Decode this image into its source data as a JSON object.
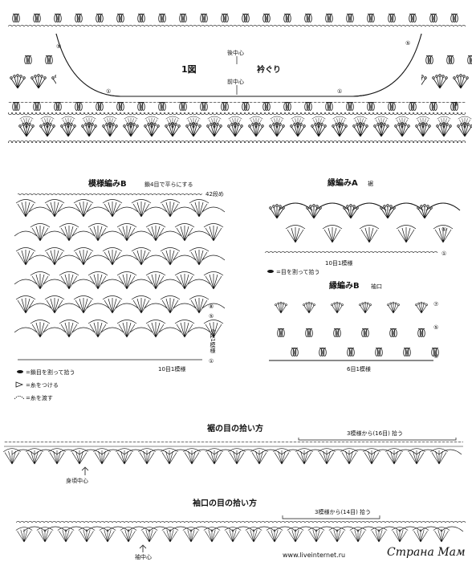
{
  "colors": {
    "ink": "#151515",
    "paper": "#ffffff",
    "accent": "#c0392b"
  },
  "collar": {
    "figure": "1図",
    "title": "衿ぐり",
    "back_center": "後中心",
    "front_center": "前中心",
    "row_marks": [
      "⑤",
      "①",
      "①",
      "⑤",
      "⑨"
    ]
  },
  "pattern_b": {
    "title": "模様編みB",
    "note": "鎖4目で平らにする",
    "row42": "42段め",
    "rows_side": [
      "⑧",
      "⑤",
      "①"
    ],
    "six_rows": "6段1模様",
    "repeat": "10目1模様",
    "legend": [
      {
        "label": "=鎖目を割って拾う"
      },
      {
        "label": "=糸をつける"
      },
      {
        "label": "=糸を渡す"
      }
    ]
  },
  "edge_a": {
    "title": "縁編みA",
    "sub": "裾",
    "rows": [
      "⑤",
      "①"
    ],
    "repeat": "10目1模様",
    "legend": "=目を割って拾う"
  },
  "edge_b": {
    "title": "縁編みB",
    "sub": "袖口",
    "rows": [
      "⑦",
      "⑤",
      "①"
    ],
    "repeat": "6目1模様"
  },
  "hem_pick": {
    "title": "裾の目の拾い方",
    "note": "3模様から(16目) 拾う",
    "center": "身頃中心"
  },
  "cuff_pick": {
    "title": "袖口の目の拾い方",
    "note": "3模様から(14目) 拾う",
    "center": "袖中心"
  },
  "watermark": {
    "url": "www.liveinternet.ru",
    "brand": "Страна Мам"
  }
}
